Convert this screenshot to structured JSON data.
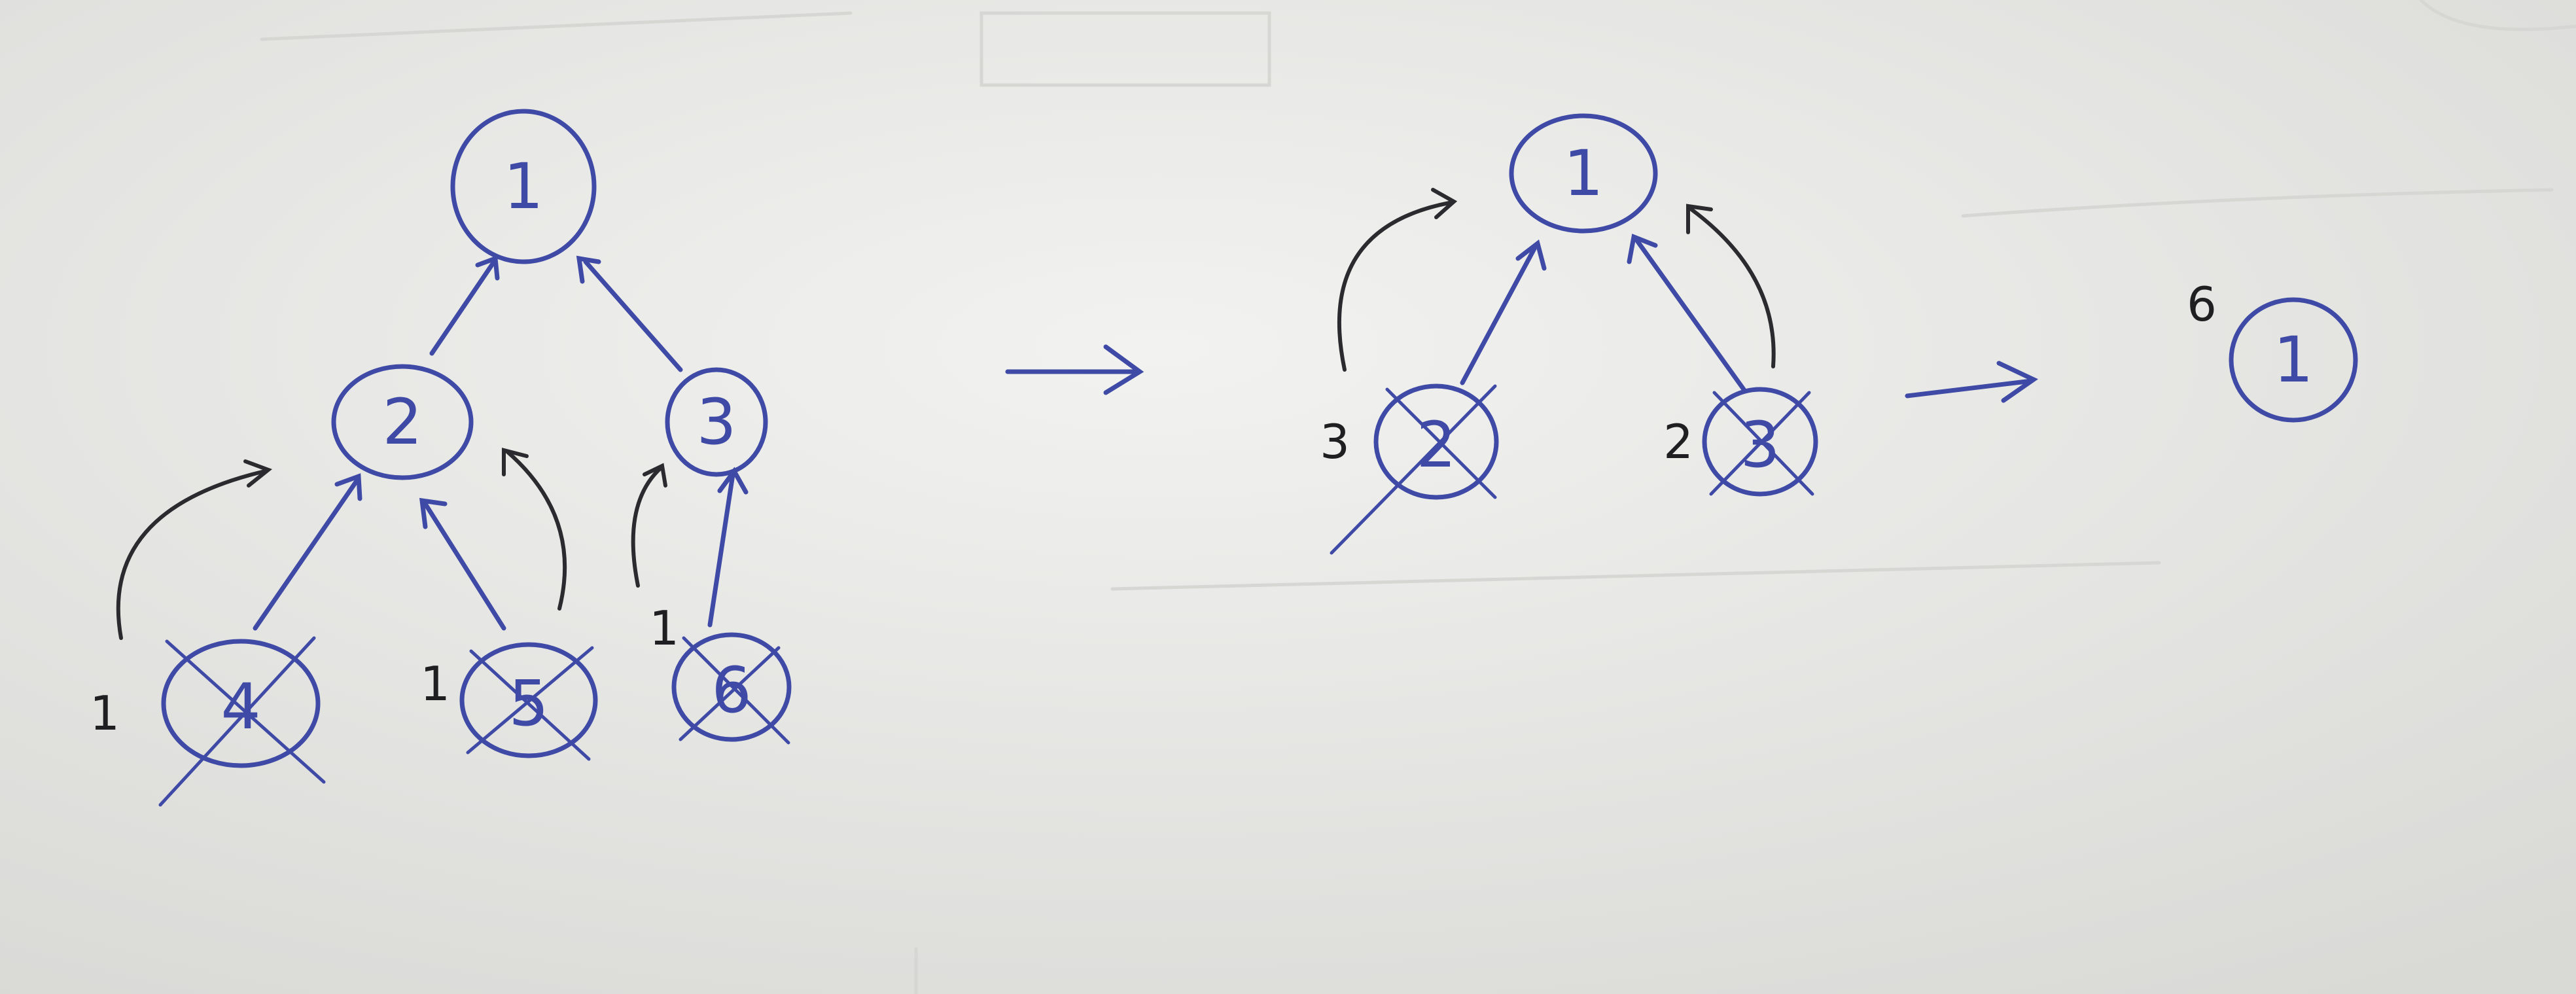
{
  "diagram": {
    "stage1": {
      "nodes": [
        {
          "label": "1",
          "crossed": false
        },
        {
          "label": "2",
          "crossed": false
        },
        {
          "label": "3",
          "crossed": false
        },
        {
          "label": "4",
          "crossed": true,
          "count": "1"
        },
        {
          "label": "5",
          "crossed": true,
          "count": "1"
        },
        {
          "label": "6",
          "crossed": true,
          "count": "1"
        }
      ]
    },
    "stage2": {
      "nodes": [
        {
          "label": "1",
          "crossed": false
        },
        {
          "label": "2",
          "crossed": true,
          "count": "3"
        },
        {
          "label": "3",
          "crossed": true,
          "count": "2"
        }
      ]
    },
    "stage3": {
      "nodes": [
        {
          "label": "1",
          "crossed": false,
          "count": "6"
        }
      ]
    }
  },
  "colors": {
    "ink_blue": "#3f4aa6",
    "ink_black": "#2b2b2f",
    "paper": "#e9e9e7"
  }
}
